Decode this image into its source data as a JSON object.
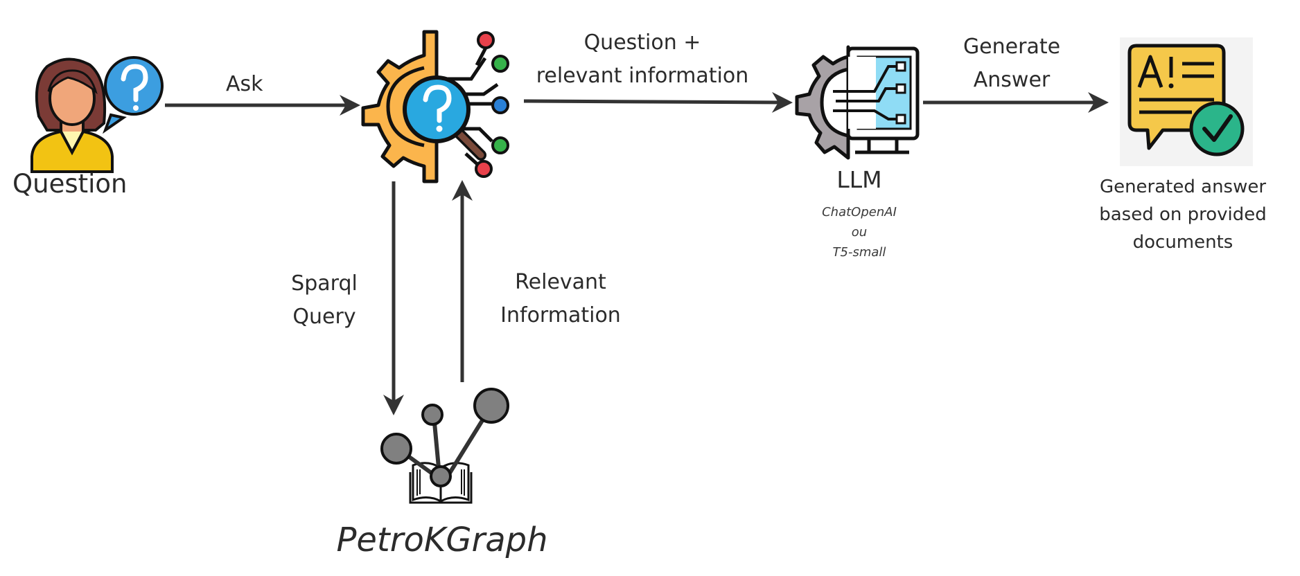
{
  "nodes": {
    "question": {
      "label": "Question"
    },
    "llm": {
      "label": "LLM",
      "model_options": [
        "ChatOpenAI",
        "ou",
        "T5-small"
      ]
    },
    "answer": {
      "label_lines": [
        "Generated answer",
        "based on provided",
        "documents"
      ]
    },
    "knowledge_graph": {
      "label": "PetroKGraph"
    }
  },
  "edges": {
    "ask": {
      "label": "Ask"
    },
    "to_llm": {
      "label_lines": [
        "Question +",
        "relevant information"
      ]
    },
    "generate": {
      "label_lines": [
        "Generate",
        "Answer"
      ]
    },
    "sparql": {
      "label_lines": [
        "Sparql",
        "Query"
      ]
    },
    "relevant": {
      "label_lines": [
        "Relevant",
        "Information"
      ]
    }
  },
  "icons": {
    "user": "woman-question-icon",
    "retriever": "gear-search-circuit-icon",
    "llm": "gear-computer-circuit-icon",
    "answer": "ai-chat-check-icon",
    "graph": "book-graph-icon"
  },
  "colors": {
    "arrow": "#333333",
    "gear_orange": "#fbb54c",
    "question_blue": "#29a8e0",
    "node_red": "#e8414b",
    "node_green": "#36b24a",
    "node_blue": "#2a80d6",
    "screen_blue": "#8fdcf5",
    "gear_gray": "#a8a2a6",
    "chat_yellow": "#f5c84a",
    "check_green": "#2bb58a",
    "graph_gray": "#808080",
    "hair_brown": "#7b3b36",
    "skin": "#f0a67a",
    "shirt_yellow": "#f2c313"
  }
}
